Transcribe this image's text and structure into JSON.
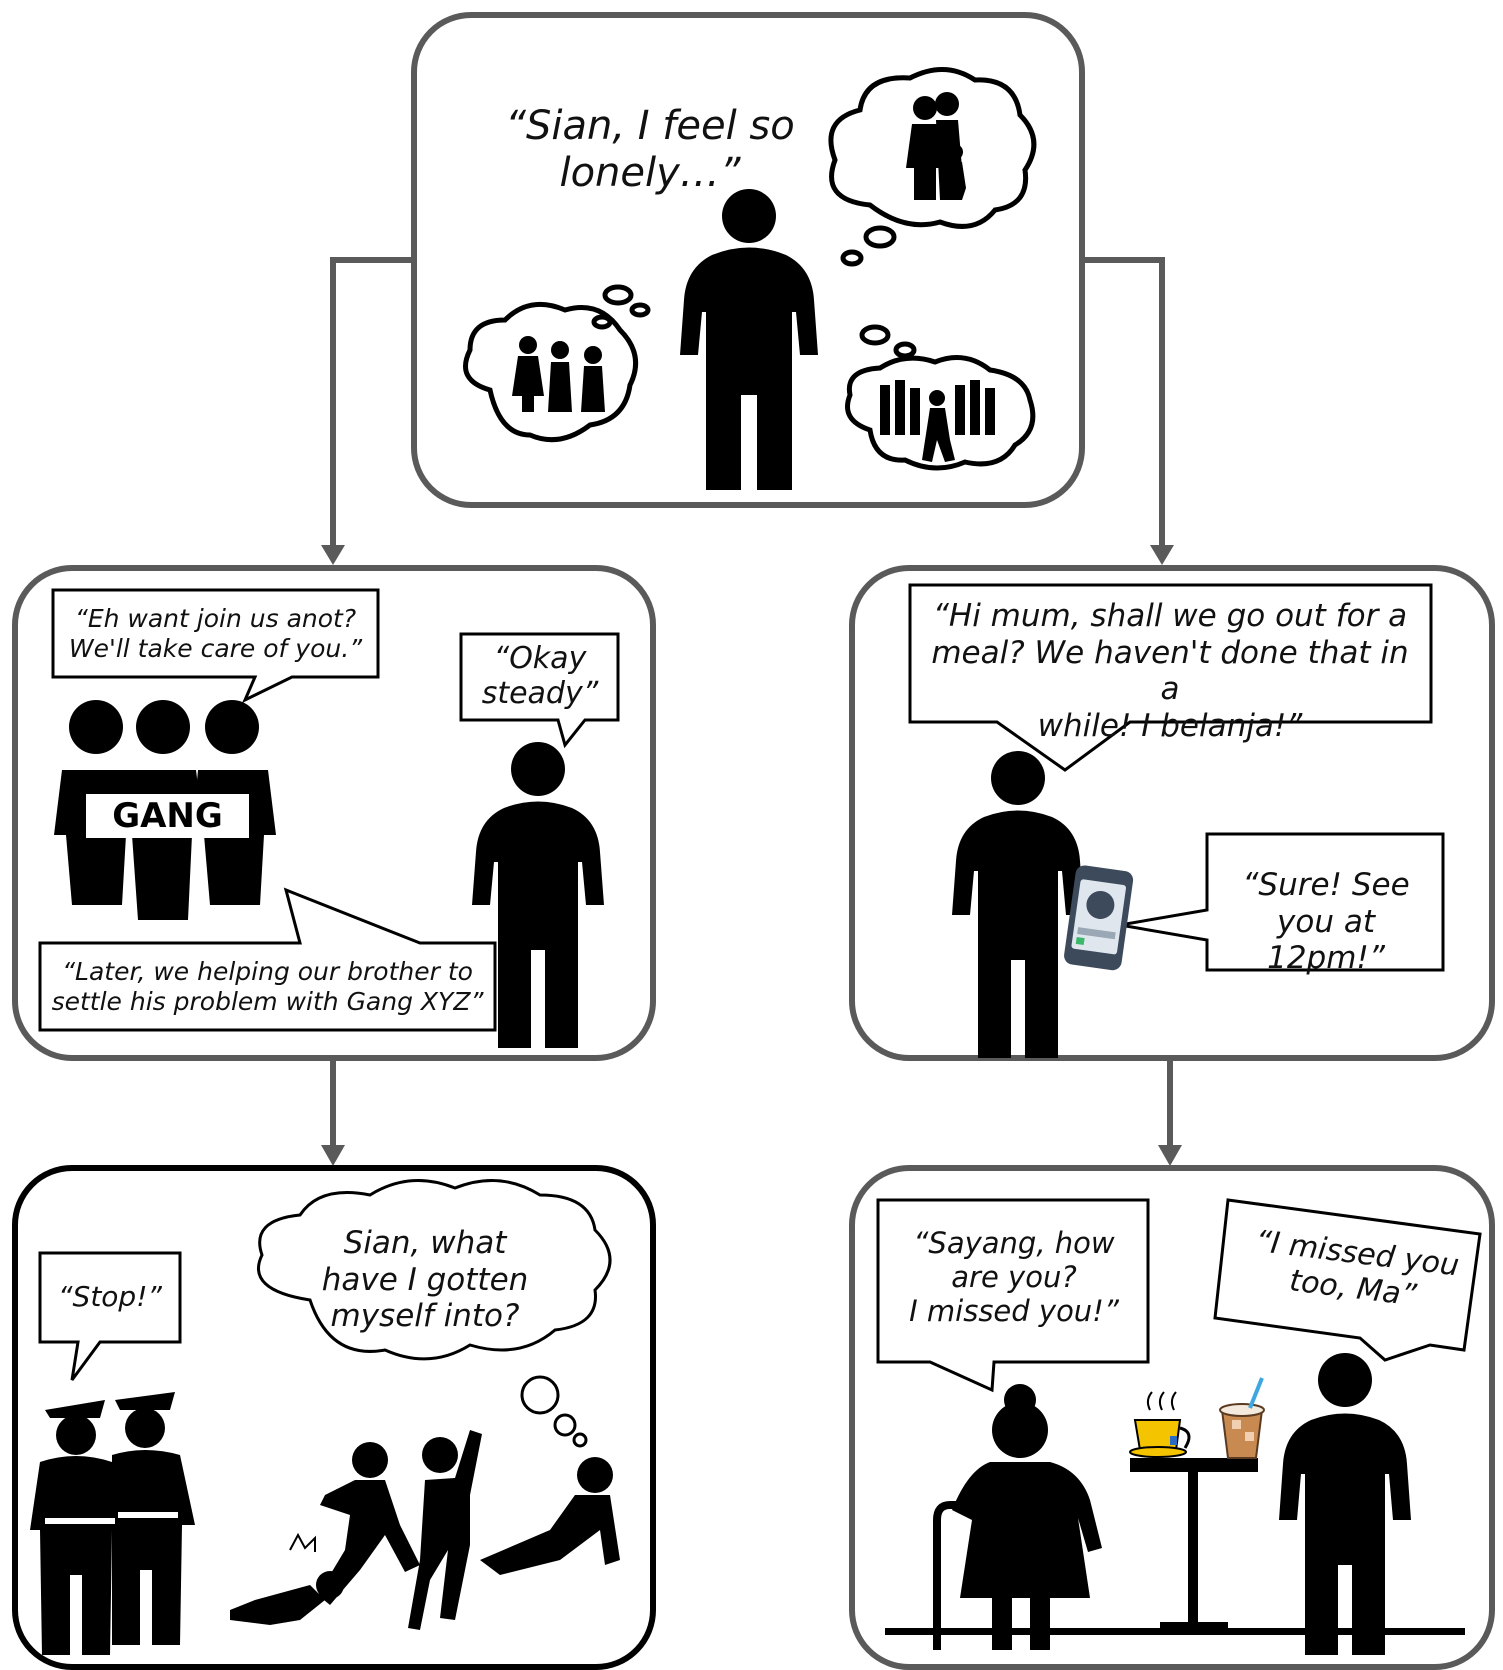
{
  "top": {
    "speech": "“Sian, I feel so\nlonely…”"
  },
  "left_branch": {
    "gang_speech_1": "“Eh want join us anot?\nWe'll take care of you.”",
    "reply": "“Okay\nsteady”",
    "gang_sign": "GANG",
    "gang_speech_2": "“Later, we helping our brother to\nsettle his problem with Gang XYZ”"
  },
  "right_branch": {
    "call_speech": "“Hi mum, shall we go out for a\nmeal? We haven't done that in a\nwhile! I belanja!”",
    "mum_reply": "“Sure! See\nyou at 12pm!”"
  },
  "left_outcome": {
    "police_speech": "“Stop!”",
    "thought": "Sian, what\nhave I gotten\nmyself into?"
  },
  "right_outcome": {
    "mum_speech": "“Sayang, how\nare you?\nI missed you!”",
    "son_speech": "“I missed you\ntoo, Ma”"
  },
  "colors": {
    "panel_border": "#5a5a5a",
    "figure": "#000000",
    "phone_body": "#3d4a5c",
    "phone_screen": "#dfe6ee",
    "tea_cup": "#f5c400",
    "iced_drink": "#c98a52"
  },
  "icons": [
    "thought-cloud-icon",
    "family-icon",
    "friends-icon",
    "crowd-icon",
    "phone-icon",
    "tea-cup-icon",
    "iced-drink-icon",
    "cane-icon",
    "police-icon"
  ]
}
